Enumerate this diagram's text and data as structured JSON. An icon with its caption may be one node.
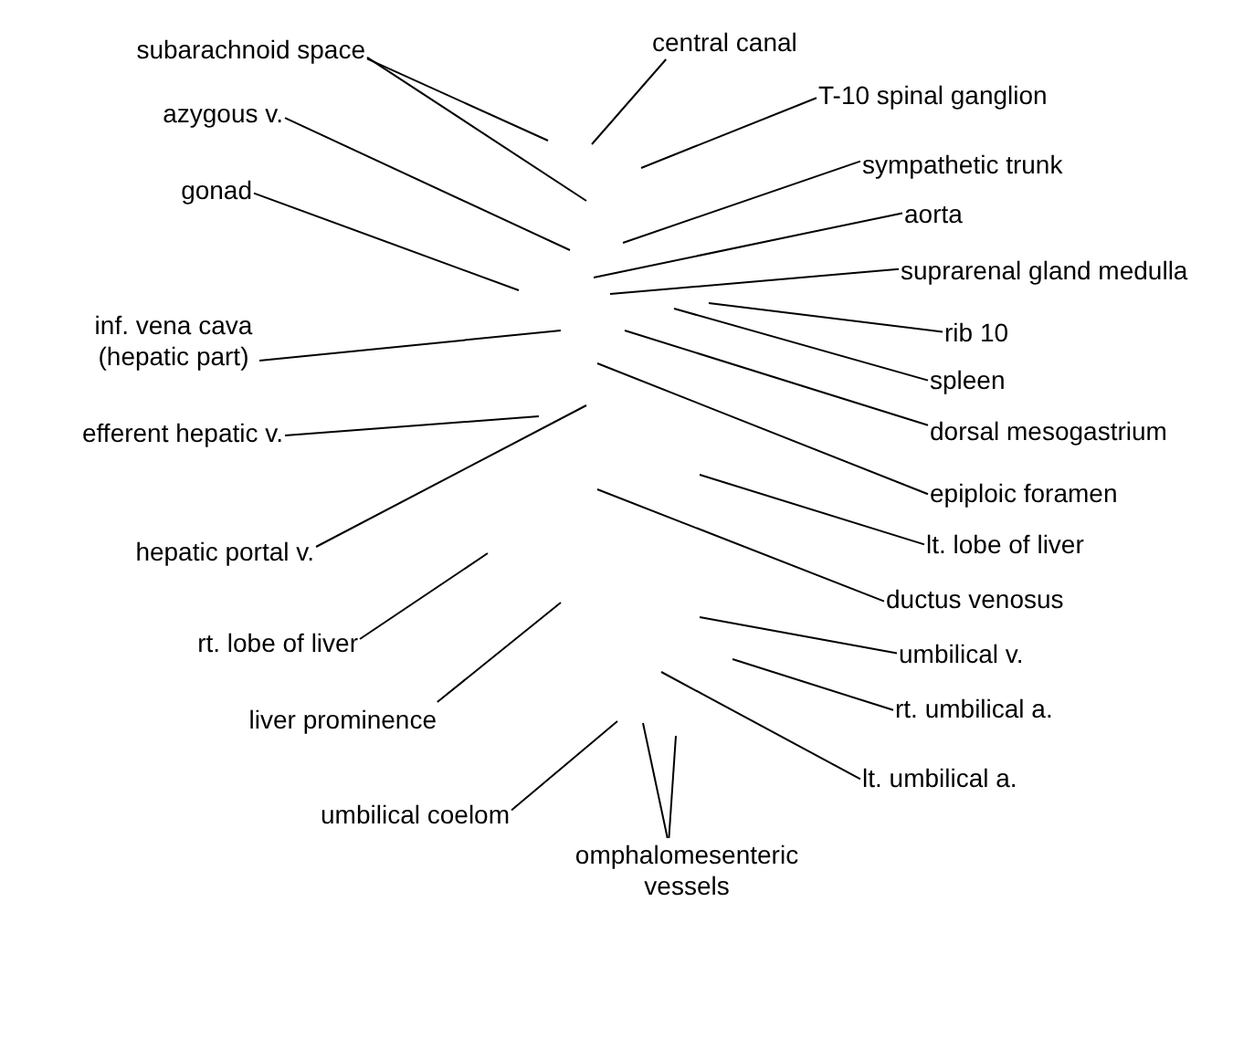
{
  "diagram": {
    "nodes": [
      {
        "text": [
          "subarachnoid space"
        ]
      },
      {
        "text": [
          "central canal"
        ]
      },
      {
        "text": [
          "azygous v."
        ]
      },
      {
        "text": [
          "T-10 spinal ganglion"
        ]
      },
      {
        "text": [
          "sympathetic trunk"
        ]
      },
      {
        "text": [
          "gonad"
        ]
      },
      {
        "text": [
          "aorta"
        ]
      },
      {
        "text": [
          "suprarenal gland medulla"
        ]
      },
      {
        "text": [
          "inf. vena cava (hepatic part)"
        ]
      },
      {
        "text": [
          "rib 10"
        ]
      },
      {
        "text": [
          "spleen"
        ]
      },
      {
        "text": [
          "efferent hepatic v."
        ]
      },
      {
        "text": [
          "dorsal mesogastrium"
        ]
      },
      {
        "text": [
          "epiploic foramen"
        ]
      },
      {
        "text": [
          "lt. lobe of liver"
        ]
      },
      {
        "text": [
          "hepatic portal v."
        ]
      },
      {
        "text": [
          "ductus venosus"
        ]
      },
      {
        "text": [
          "rt. lobe of liver"
        ]
      },
      {
        "text": [
          "umbilical v."
        ]
      },
      {
        "text": [
          "rt. umbilical a."
        ]
      },
      {
        "text": [
          "liver prominence"
        ]
      },
      {
        "text": [
          "lt. umbilical a."
        ]
      },
      {
        "text": [
          "umbilical coelom"
        ]
      },
      {
        "text": [
          "omphalomesenteric vessels"
        ]
      }
    ],
    "edges": [
      {
        "from": 0,
        "to": null,
        "arrow": "none"
      },
      {
        "from": 0,
        "to": null,
        "arrow": "none"
      },
      {
        "from": 1,
        "to": null,
        "arrow": "none"
      },
      {
        "from": 2,
        "to": null,
        "arrow": "none"
      },
      {
        "from": 3,
        "to": null,
        "arrow": "none"
      },
      {
        "from": 4,
        "to": null,
        "arrow": "none"
      },
      {
        "from": 5,
        "to": null,
        "arrow": "none"
      },
      {
        "from": 6,
        "to": null,
        "arrow": "none"
      },
      {
        "from": 7,
        "to": null,
        "arrow": "none"
      },
      {
        "from": 8,
        "to": null,
        "arrow": "none"
      },
      {
        "from": 9,
        "to": null,
        "arrow": "none"
      },
      {
        "from": 10,
        "to": null,
        "arrow": "none"
      },
      {
        "from": 11,
        "to": null,
        "arrow": "none"
      },
      {
        "from": 12,
        "to": null,
        "arrow": "none"
      },
      {
        "from": 13,
        "to": null,
        "arrow": "none"
      },
      {
        "from": 14,
        "to": null,
        "arrow": "none"
      },
      {
        "from": 15,
        "to": null,
        "arrow": "none"
      },
      {
        "from": 16,
        "to": null,
        "arrow": "none"
      },
      {
        "from": 17,
        "to": null,
        "arrow": "none"
      },
      {
        "from": 18,
        "to": null,
        "arrow": "none"
      },
      {
        "from": 19,
        "to": null,
        "arrow": "none"
      },
      {
        "from": 20,
        "to": null,
        "arrow": "none"
      },
      {
        "from": 21,
        "to": null,
        "arrow": "none"
      },
      {
        "from": 22,
        "to": null,
        "arrow": "none"
      },
      {
        "from": 23,
        "to": null,
        "arrow": "none"
      },
      {
        "from": 23,
        "to": null,
        "arrow": "none"
      }
    ]
  }
}
